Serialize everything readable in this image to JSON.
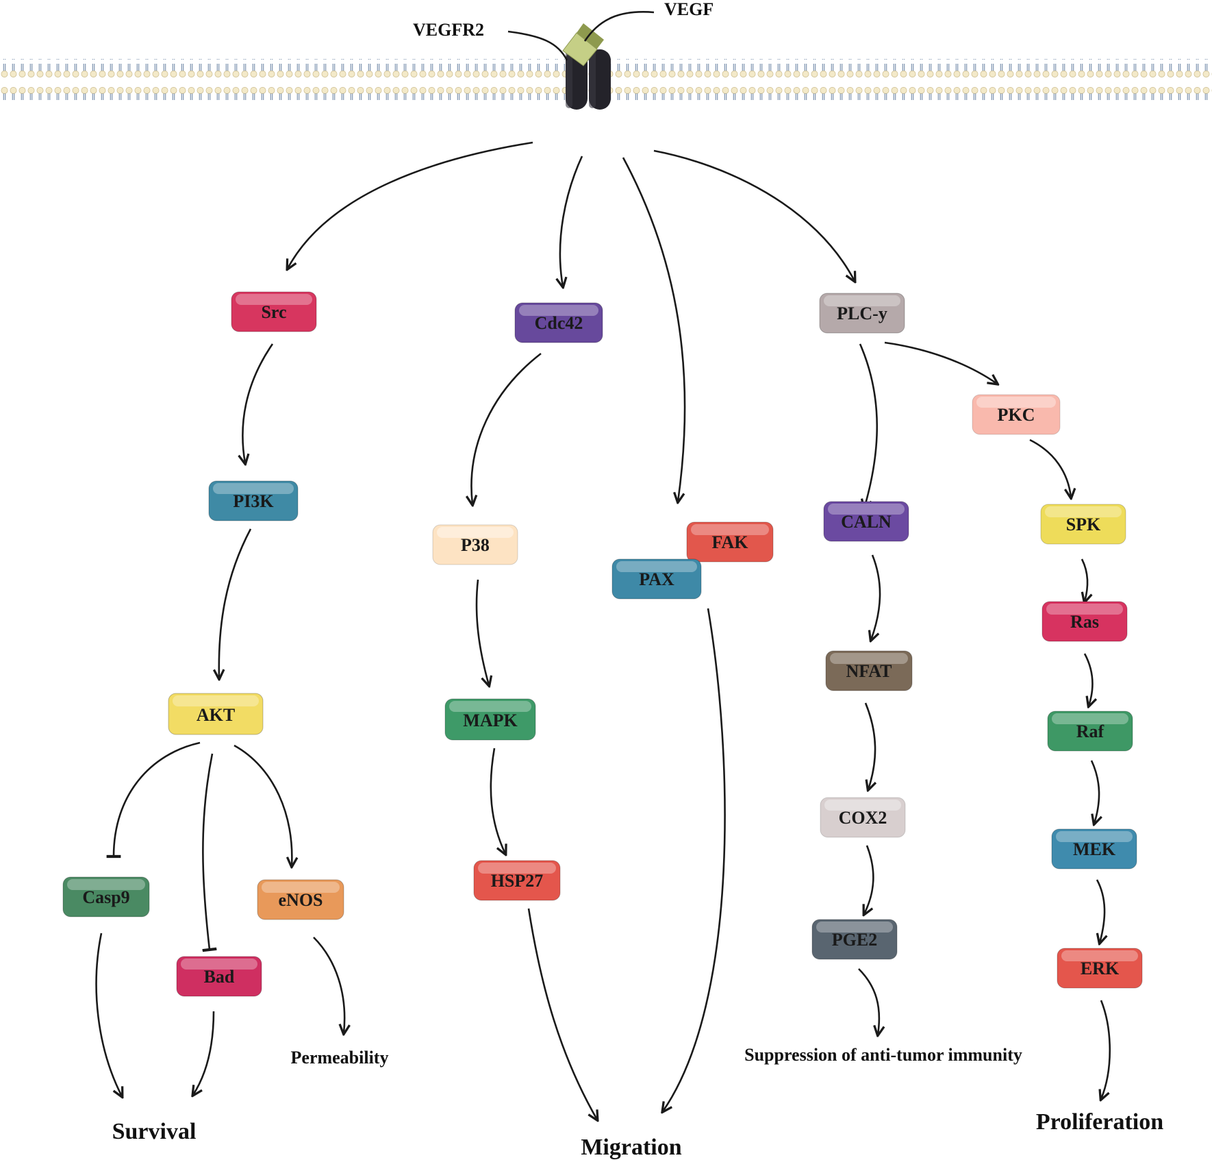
{
  "receptor": {
    "ligand_label": "VEGF",
    "receptor_label": "VEGFR2"
  },
  "nodes": {
    "src": {
      "label": "Src",
      "color": "#d7365f"
    },
    "pi3k": {
      "label": "PI3K",
      "color": "#3f8aa5"
    },
    "akt": {
      "label": "AKT",
      "color": "#f2dc64"
    },
    "casp9": {
      "label": "Casp9",
      "color": "#4a8a63"
    },
    "bad": {
      "label": "Bad",
      "color": "#cf2f61"
    },
    "enos": {
      "label": "eNOS",
      "color": "#e8995a"
    },
    "cdc42": {
      "label": "Cdc42",
      "color": "#67499c"
    },
    "p38": {
      "label": "P38",
      "color": "#fde3c3"
    },
    "mapk": {
      "label": "MAPK",
      "color": "#3e9a68"
    },
    "hsp27": {
      "label": "HSP27",
      "color": "#e4564c"
    },
    "fak": {
      "label": "FAK",
      "color": "#e2574c"
    },
    "pax": {
      "label": "PAX",
      "color": "#3e89a7"
    },
    "plcy": {
      "label": "PLC-y",
      "color": "#b5a9aa"
    },
    "pkc": {
      "label": "PKC",
      "color": "#f9b9ad"
    },
    "caln": {
      "label": "CALN",
      "color": "#6b4aa1"
    },
    "nfat": {
      "label": "NFAT",
      "color": "#7b6a58"
    },
    "cox2": {
      "label": "COX2",
      "color": "#d8cfcf"
    },
    "pge2": {
      "label": "PGE2",
      "color": "#596570"
    },
    "spk": {
      "label": "SPK",
      "color": "#eedc5a"
    },
    "ras": {
      "label": "Ras",
      "color": "#d73360"
    },
    "raf": {
      "label": "Raf",
      "color": "#3e9865"
    },
    "mek": {
      "label": "MEK",
      "color": "#3f8bad"
    },
    "erk": {
      "label": "ERK",
      "color": "#e4564c"
    }
  },
  "outcomes": {
    "survival": "Survival",
    "permeability": "Permeability",
    "migration": "Migration",
    "suppression": "Suppression of anti-tumor immunity",
    "proliferation": "Proliferation"
  },
  "colors": {
    "membrane_head": "#f3e9c8",
    "membrane_tail": "#6e87a7",
    "receptor": "#24232a",
    "ligand": "#b9c47a",
    "arrow": "#1a1a1a"
  }
}
